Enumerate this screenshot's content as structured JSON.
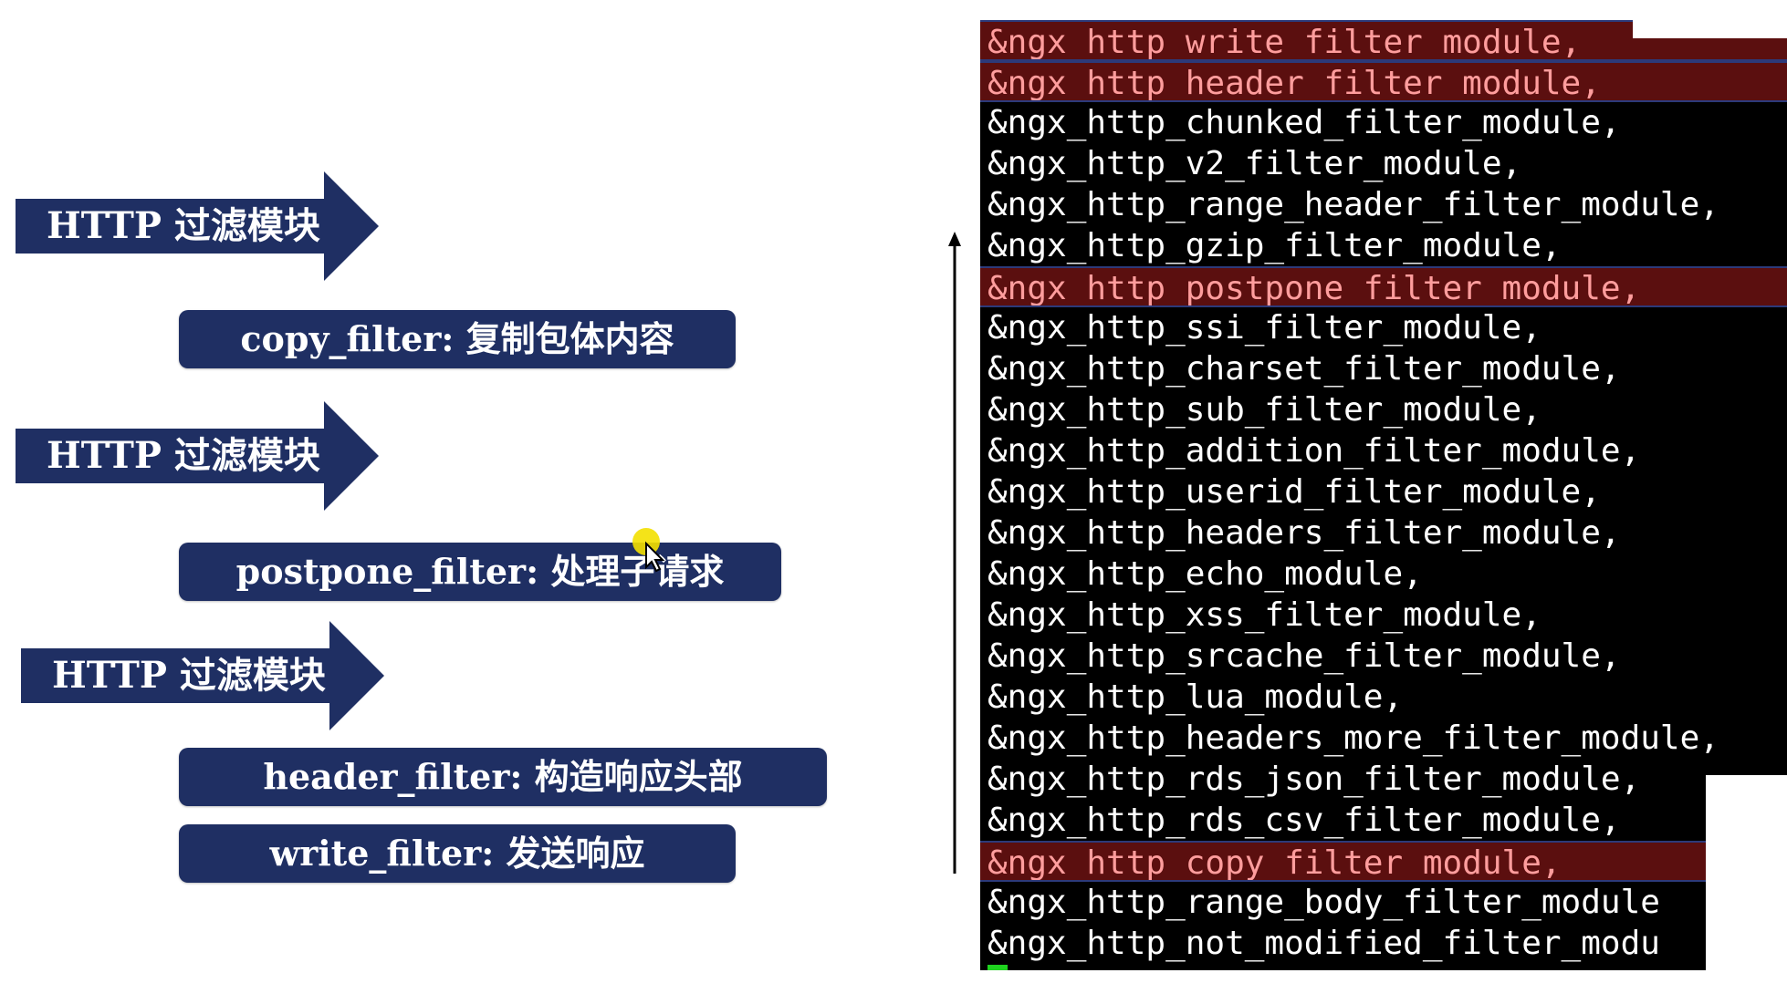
{
  "left_diagram": {
    "module_arrows": [
      {
        "label": "HTTP 过滤模块"
      },
      {
        "label": "HTTP 过滤模块"
      },
      {
        "label": "HTTP 过滤模块"
      }
    ],
    "filters": [
      {
        "label": "copy_filter: 复制包体内容"
      },
      {
        "label": "postpone_filter: 处理子请求"
      },
      {
        "label": "header_filter: 构造响应头部"
      },
      {
        "label": "write_filter: 发送响应"
      }
    ],
    "colors": {
      "box_fill": "#1f2f63",
      "text": "#ffffff"
    }
  },
  "terminal": {
    "lines": [
      {
        "text": "&ngx_http_write_filter_module,",
        "highlighted": true
      },
      {
        "text": "&ngx_http_header_filter_module,",
        "highlighted": true
      },
      {
        "text": "&ngx_http_chunked_filter_module,",
        "highlighted": false
      },
      {
        "text": "&ngx_http_v2_filter_module,",
        "highlighted": false
      },
      {
        "text": "&ngx_http_range_header_filter_module,",
        "highlighted": false
      },
      {
        "text": "&ngx_http_gzip_filter_module,",
        "highlighted": false
      },
      {
        "text": "&ngx_http_postpone_filter_module,",
        "highlighted": true
      },
      {
        "text": "&ngx_http_ssi_filter_module,",
        "highlighted": false
      },
      {
        "text": "&ngx_http_charset_filter_module,",
        "highlighted": false
      },
      {
        "text": "&ngx_http_sub_filter_module,",
        "highlighted": false
      },
      {
        "text": "&ngx_http_addition_filter_module,",
        "highlighted": false
      },
      {
        "text": "&ngx_http_userid_filter_module,",
        "highlighted": false
      },
      {
        "text": "&ngx_http_headers_filter_module,",
        "highlighted": false
      },
      {
        "text": "&ngx_http_echo_module,",
        "highlighted": false
      },
      {
        "text": "&ngx_http_xss_filter_module,",
        "highlighted": false
      },
      {
        "text": "&ngx_http_srcache_filter_module,",
        "highlighted": false
      },
      {
        "text": "&ngx_http_lua_module,",
        "highlighted": false
      },
      {
        "text": "&ngx_http_headers_more_filter_module,",
        "highlighted": false
      },
      {
        "text": "&ngx_http_rds_json_filter_module,",
        "highlighted": false
      },
      {
        "text": "&ngx_http_rds_csv_filter_module,",
        "highlighted": false
      },
      {
        "text": "&ngx_http_copy_filter_module,",
        "highlighted": true
      },
      {
        "text": "&ngx_http_range_body_filter_module",
        "highlighted": false
      },
      {
        "text": "&ngx_http_not_modified_filter_modu",
        "highlighted": false
      }
    ],
    "colors": {
      "background": "#000000",
      "text": "#ffffff",
      "highlight_bg": "#5b0f0f",
      "highlight_text": "#ff9d9d",
      "cursor": "#1fd21f"
    }
  }
}
